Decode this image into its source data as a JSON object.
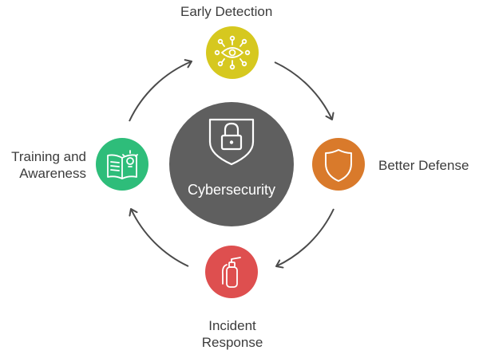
{
  "center": {
    "label": "Cybersecurity",
    "icon": "lock-shield-icon",
    "color": "#5f5f5f"
  },
  "nodes": [
    {
      "key": "early-detection",
      "label_lines": [
        "Early Detection"
      ],
      "icon": "eye-network-icon",
      "color": "#d6c81f"
    },
    {
      "key": "better-defense",
      "label_lines": [
        "Better Defense"
      ],
      "icon": "shield-icon",
      "color": "#d97a2b"
    },
    {
      "key": "incident-response",
      "label_lines": [
        "Incident",
        "Response"
      ],
      "icon": "fire-extinguisher-icon",
      "color": "#de4f4f"
    },
    {
      "key": "training-awareness",
      "label_lines": [
        "Training and",
        "Awareness"
      ],
      "icon": "book-lightbulb-icon",
      "color": "#2ebd7a"
    }
  ],
  "arrow_color": "#4a4a4a"
}
